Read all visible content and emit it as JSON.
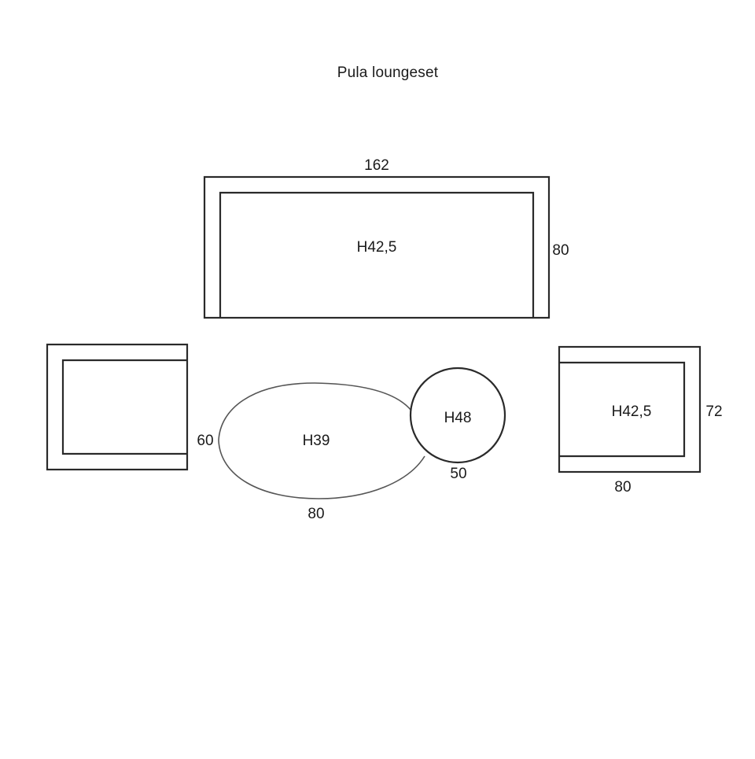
{
  "title": "Pula loungeset",
  "sofa": {
    "width_label": "162",
    "depth_label": "80",
    "height_label": "H42,5"
  },
  "chair_left": {},
  "chair_right": {
    "height_label": "H42,5",
    "depth_label": "72",
    "width_label": "80"
  },
  "oval_table": {
    "height_label": "H39",
    "depth_label": "60",
    "width_label": "80"
  },
  "round_table": {
    "height_label": "H48",
    "diameter_label": "50"
  }
}
